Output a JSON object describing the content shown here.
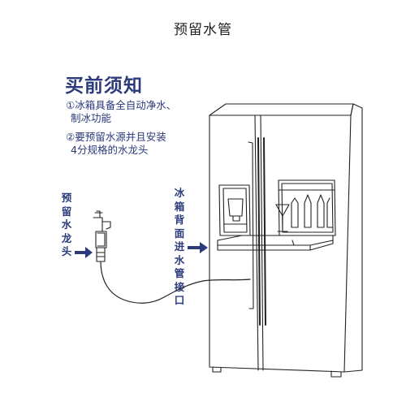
{
  "title": "预留水管",
  "notice": {
    "heading": "买前须知",
    "item1_line1": "①冰箱具备全自动净水、",
    "item1_line2": "制冰功能",
    "item2_line1": "②要预留水源并且安装",
    "item2_line2": "4分规格的水龙头"
  },
  "labels": {
    "faucet": "预留水龙头",
    "inlet": "冰箱背面进水管接口"
  },
  "icons": [
    "refrigerator-icon",
    "faucet-icon",
    "arrow-right-icon"
  ],
  "colors": {
    "text_accent": "#2b3a7a",
    "line_art": "#222222",
    "background": "#ffffff"
  }
}
